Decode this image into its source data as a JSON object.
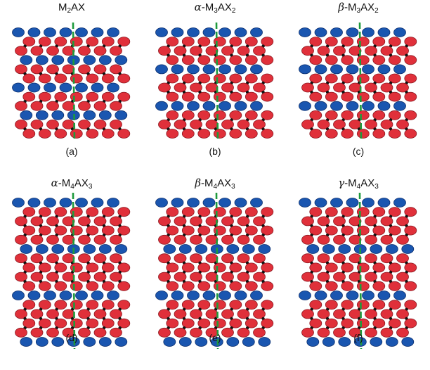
{
  "colors": {
    "m_atom": "#e0303a",
    "m_atom_edge": "#8c1a22",
    "a_atom": "#1a56b0",
    "a_atom_edge": "#0c2f6e",
    "x_atom": "#111111",
    "axis_line": "#1e9a3c"
  },
  "legend_meaning": {
    "red": "M",
    "blue": "A",
    "black": "X",
    "dashed_green": "c-axis trace"
  },
  "panels": [
    {
      "id": "a",
      "title": {
        "greek": "",
        "prefix": "",
        "main": "M",
        "sub1": "2",
        "mid": "AX",
        "sub2": ""
      },
      "caption": "(a)",
      "stacking": [
        "A",
        "M",
        "M",
        "A",
        "M",
        "M",
        "A",
        "M",
        "M",
        "A",
        "M",
        "M"
      ]
    },
    {
      "id": "b",
      "title": {
        "greek": "α",
        "prefix": "-",
        "main": "M",
        "sub1": "3",
        "mid": "AX",
        "sub2": "2"
      },
      "caption": "(b)",
      "stacking": [
        "A",
        "M",
        "M",
        "M",
        "A",
        "M",
        "M",
        "M",
        "A",
        "M",
        "M",
        "M"
      ]
    },
    {
      "id": "c",
      "title": {
        "greek": "β",
        "prefix": "-",
        "main": "M",
        "sub1": "3",
        "mid": "AX",
        "sub2": "2"
      },
      "caption": "(c)",
      "stacking": [
        "A",
        "M",
        "M",
        "M",
        "A",
        "M",
        "M",
        "M",
        "A",
        "M",
        "M",
        "M"
      ]
    },
    {
      "id": "d",
      "title": {
        "greek": "α",
        "prefix": "-",
        "main": "M",
        "sub1": "4",
        "mid": "AX",
        "sub2": "3"
      },
      "caption": "(d)",
      "stacking": [
        "A",
        "M",
        "M",
        "M",
        "M",
        "A",
        "M",
        "M",
        "M",
        "M",
        "A",
        "M",
        "M",
        "M",
        "M",
        "A"
      ]
    },
    {
      "id": "e",
      "title": {
        "greek": "β",
        "prefix": "-",
        "main": "M",
        "sub1": "4",
        "mid": "AX",
        "sub2": "3"
      },
      "caption": "(e)",
      "stacking": [
        "A",
        "M",
        "M",
        "M",
        "M",
        "A",
        "M",
        "M",
        "M",
        "M",
        "A",
        "M",
        "M",
        "M",
        "M",
        "A"
      ]
    },
    {
      "id": "f",
      "title": {
        "greek": "γ",
        "prefix": "-",
        "main": "M",
        "sub1": "4",
        "mid": "AX",
        "sub2": "3"
      },
      "caption": "(f)",
      "stacking": [
        "A",
        "M",
        "M",
        "M",
        "M",
        "A",
        "M",
        "M",
        "M",
        "M",
        "A",
        "M",
        "M",
        "M",
        "M",
        "A"
      ]
    }
  ]
}
